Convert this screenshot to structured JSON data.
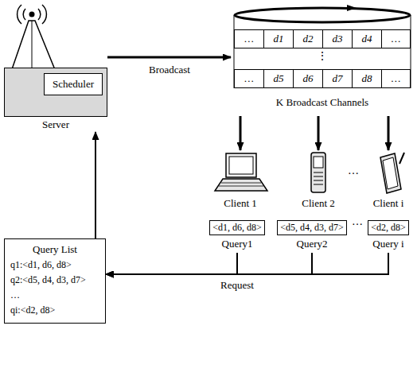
{
  "diagram": {
    "nodes": [
      {
        "text": [
          "Server"
        ]
      },
      {
        "text": [
          "Scheduler"
        ],
        "in": 0
      },
      {
        "text": [
          "K Broadcast Channels"
        ]
      },
      {
        "text": [
          "…"
        ],
        "in": 2
      },
      {
        "text": [
          "d1"
        ],
        "in": 2
      },
      {
        "text": [
          "d2"
        ],
        "in": 2
      },
      {
        "text": [
          "d3"
        ],
        "in": 2
      },
      {
        "text": [
          "d4"
        ],
        "in": 2
      },
      {
        "text": [
          "…"
        ],
        "in": 2
      },
      {
        "text": [
          "…"
        ],
        "in": 2
      },
      {
        "text": [
          "d5"
        ],
        "in": 2
      },
      {
        "text": [
          "d6"
        ],
        "in": 2
      },
      {
        "text": [
          "d7"
        ],
        "in": 2
      },
      {
        "text": [
          "d8"
        ],
        "in": 2
      },
      {
        "text": [
          "…"
        ],
        "in": 2
      },
      {
        "text": [
          "Client 1"
        ]
      },
      {
        "text": [
          "Client 2"
        ]
      },
      {
        "text": [
          "Client i"
        ]
      },
      {
        "text": [
          "<d1, d6, d8>",
          "Query1"
        ]
      },
      {
        "text": [
          "<d5, d4, d3, d7>",
          "Query2"
        ]
      },
      {
        "text": [
          "<d2, d8>",
          "Query i"
        ]
      },
      {
        "text": [
          "Query List",
          "q1:<d1, d6, d8>",
          "q2:<d5, d4, d3, d7>",
          "…",
          "qi:<d2, d8>"
        ]
      }
    ],
    "edges": [
      {
        "from": 0,
        "to": 2,
        "arrow": "to",
        "label": "Broadcast"
      },
      {
        "from": 2,
        "to": 15,
        "arrow": "to"
      },
      {
        "from": 2,
        "to": 16,
        "arrow": "to"
      },
      {
        "from": 2,
        "to": 17,
        "arrow": "to"
      },
      {
        "from": 18,
        "to": 21,
        "arrow": "to",
        "label": "Request"
      },
      {
        "from": 19,
        "to": 21,
        "arrow": "to"
      },
      {
        "from": 20,
        "to": 21,
        "arrow": "to"
      },
      {
        "from": 21,
        "to": 0,
        "arrow": "to"
      }
    ],
    "labels": [
      "⋮",
      "…",
      "…"
    ]
  }
}
